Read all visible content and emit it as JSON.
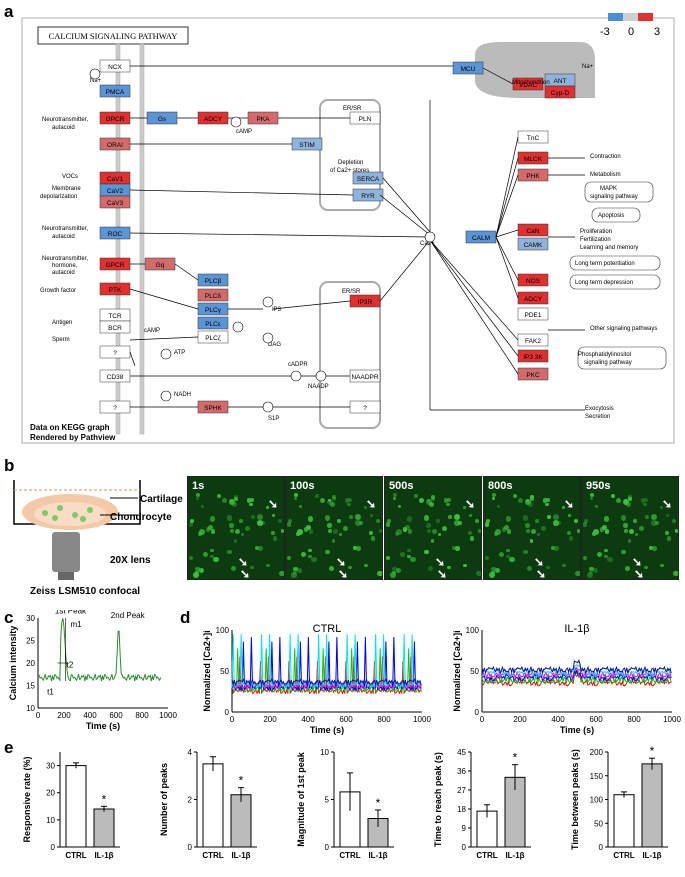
{
  "panels": {
    "a": "a",
    "b": "b",
    "c": "c",
    "d": "d",
    "e": "e"
  },
  "pathway": {
    "title": "CALCIUM SIGNALING PATHWAY",
    "footer1": "Data on KEGG graph",
    "footer2": "Rendered by Pathview",
    "legend": {
      "min": "-3",
      "mid": "0",
      "max": "3",
      "colors": {
        "low": "#4a90d9",
        "mid": "#d0d0d0",
        "high": "#e03030"
      }
    },
    "labels": {
      "na_left": "Na+",
      "na_right": "Na+",
      "ncx": "NCX",
      "pmca": "PMCA",
      "nt1": "Neurotransmitter,",
      "nt1b": "autacoid",
      "gpcr": "GPCR",
      "gs": "Gs",
      "adcy": "ADCY",
      "camp": "cAMP",
      "pka": "PKA",
      "pln": "PLN",
      "er_sr": "ER/SR",
      "orai": "ORAI",
      "stim": "STIM",
      "depletion": "Depletion",
      "depletion2": "of Ca2+ stores",
      "serca": "SERCA",
      "ryr": "RYR",
      "vocs": "VOCs",
      "membrane": "Membrane",
      "depol": "depolarization",
      "cav1": "CaV1",
      "cav2": "CaV2",
      "cav3": "CaV3",
      "nt2": "Neurotransmitter,",
      "nt2b": "autacoid",
      "roc": "ROC",
      "nt3": "Neurotransmitter,",
      "nt3b": "hormone,",
      "nt3c": "autacoid",
      "gpcr2": "GPCR",
      "gq": "Gq",
      "plcb": "PLCβ",
      "plcd": "PLCδ",
      "plcg": "PLCγ",
      "plce": "PLCε",
      "plcz": "PLCζ",
      "growth": "Growth factor",
      "ptk": "PTK",
      "tcr": "TCR",
      "bcr": "BCR",
      "antigen": "Antigen",
      "camp2": "cAMP",
      "sperm": "Sperm",
      "ip3": "IP3",
      "ip3r": "IP3R",
      "er_sr2": "ER/SR",
      "dag": "DAG",
      "atp": "ATP",
      "q1": "?",
      "cd38": "CD38",
      "nadh": "NADH",
      "q2": "?",
      "sphk": "SPHK",
      "s1p": "S1P",
      "cadpr": "cADPR",
      "naadp": "NAADP",
      "naadpr": "NAADPR",
      "q3": "?",
      "mcu": "MCU",
      "mito": "Mitochondrion",
      "vdac": "VDAC",
      "ant": "ANT",
      "cypd": "Cyp-D",
      "ca": "Ca2+",
      "calm": "CALM",
      "tnc": "TnC",
      "mlck": "MLCK",
      "phk": "PHK",
      "contraction": "Contraction",
      "metabolism": "Metabolism",
      "mapk": "MAPK",
      "mapk2": "signaling pathway",
      "apoptosis": "Apoptosis",
      "can": "CaN",
      "camk": "CAMK",
      "prolif": "Proliferation",
      "fert": "Fertilization",
      "learning": "Learning and memory",
      "ltp": "Long term potentiation",
      "ltd": "Long term depression",
      "nos": "NOS",
      "adcy2": "ADCY",
      "pde1": "PDE1",
      "fak2": "FAK2",
      "ip3k": "IP3 3K",
      "pkc": "PKC",
      "other": "Other signaling pathways",
      "phosph": "Phosphatidylinositol",
      "phosph2": "signaling pathway",
      "exo": "Exocytosis",
      "secr": "Secretion"
    }
  },
  "panel_b": {
    "cartilage": "Cartilage",
    "chondrocyte": "Chondrocyte",
    "lens": "20X lens",
    "confocal": "Zeiss LSM510 confocal",
    "times": [
      "1s",
      "100s",
      "500s",
      "800s",
      "950s"
    ]
  },
  "chart_data": [
    {
      "type": "line",
      "id": "c",
      "xlabel": "Time (s)",
      "ylabel": "Calcium intensity",
      "xlim": [
        0,
        1000
      ],
      "ylim": [
        10,
        30
      ],
      "xticks": [
        "0",
        "200",
        "400",
        "600",
        "800",
        "1000"
      ],
      "yticks": [
        "10",
        "15",
        "20",
        "25",
        "30"
      ],
      "annotations": [
        "1st Peak",
        "2nd Peak",
        "m1",
        "t2",
        "t1"
      ],
      "x": [
        0,
        60,
        120,
        170,
        190,
        210,
        240,
        300,
        400,
        500,
        580,
        600,
        620,
        640,
        700,
        800,
        900,
        950
      ],
      "y": [
        16,
        17,
        16.5,
        18,
        30,
        24,
        16,
        16,
        16.5,
        16,
        16.5,
        17,
        28,
        17,
        16,
        17,
        16,
        16
      ]
    },
    {
      "type": "line",
      "id": "d1",
      "title": "CTRL",
      "xlabel": "Time (s)",
      "ylabel": "Normalized [Ca2+]i",
      "xlim": [
        0,
        1000
      ],
      "ylim": [
        0,
        100
      ],
      "xticks": [
        "0",
        "200",
        "400",
        "600",
        "800",
        "1000"
      ],
      "yticks": [
        "0",
        "50",
        "100"
      ]
    },
    {
      "type": "line",
      "id": "d2",
      "title": "IL-1β",
      "xlabel": "Time (s)",
      "ylabel": "Normalized [Ca2+]i",
      "xlim": [
        0,
        1000
      ],
      "ylim": [
        0,
        100
      ],
      "xticks": [
        "0",
        "200",
        "400",
        "600",
        "800",
        "1000"
      ],
      "yticks": [
        "0",
        "50",
        "100"
      ]
    },
    {
      "type": "bar",
      "id": "e1",
      "ylabel": "Responsive rate (%)",
      "categories": [
        "CTRL",
        "IL-1β"
      ],
      "values": [
        30,
        14
      ],
      "errors": [
        1,
        1
      ],
      "ylim": [
        0,
        35
      ],
      "yticks": [
        "0",
        "10",
        "20",
        "30"
      ],
      "star": "*"
    },
    {
      "type": "bar",
      "id": "e2",
      "ylabel": "Number of peaks",
      "categories": [
        "CTRL",
        "IL-1β"
      ],
      "values": [
        3.5,
        2.2
      ],
      "errors": [
        0.3,
        0.3
      ],
      "ylim": [
        0,
        4
      ],
      "yticks": [
        "0",
        "2",
        "4"
      ],
      "star": "*"
    },
    {
      "type": "bar",
      "id": "e3",
      "ylabel": "Magnitude of 1st peak",
      "categories": [
        "CTRL",
        "IL-1β"
      ],
      "values": [
        5.8,
        3.0
      ],
      "errors": [
        2.0,
        0.9
      ],
      "ylim": [
        0,
        10
      ],
      "yticks": [
        "0",
        "5",
        "10"
      ],
      "star": "*"
    },
    {
      "type": "bar",
      "id": "e4",
      "ylabel": "Time to reach peak (s)",
      "categories": [
        "CTRL",
        "IL-1β"
      ],
      "values": [
        17,
        33
      ],
      "errors": [
        3,
        6
      ],
      "ylim": [
        0,
        45
      ],
      "yticks": [
        "0",
        "9",
        "18",
        "27",
        "36",
        "45"
      ],
      "star": "*"
    },
    {
      "type": "bar",
      "id": "e5",
      "ylabel": "Time between peaks (s)",
      "categories": [
        "CTRL",
        "IL-1β"
      ],
      "values": [
        110,
        175
      ],
      "errors": [
        6,
        12
      ],
      "ylim": [
        0,
        200
      ],
      "yticks": [
        "0",
        "50",
        "100",
        "150",
        "200"
      ],
      "star": "*"
    }
  ]
}
